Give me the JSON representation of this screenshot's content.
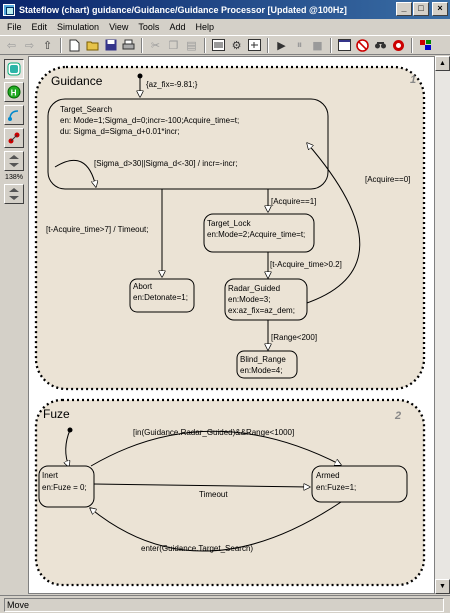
{
  "window": {
    "title": "Stateflow (chart) guidance/Guidance/Guidance Processor [Updated @100Hz]",
    "buttons": [
      "_",
      "□",
      "×"
    ]
  },
  "menu": [
    "File",
    "Edit",
    "Simulation",
    "View",
    "Tools",
    "Add",
    "Help"
  ],
  "toolbar": {
    "icons": [
      "back-arrow-icon",
      "forward-arrow-icon",
      "up-arrow-icon",
      "new-icon",
      "open-icon",
      "save-icon",
      "print-icon",
      "cut-icon",
      "copy-icon",
      "paste-icon",
      "model-explorer-icon",
      "build-icon",
      "debug-icon",
      "play-icon",
      "pause-icon",
      "stop-icon",
      "explorer-icon",
      "no-entry-icon",
      "find-icon",
      "target-icon",
      "library-icon"
    ]
  },
  "palette": {
    "zoom": "138%"
  },
  "chart": {
    "guidance": {
      "name": "Guidance",
      "number": "1",
      "default_action": "{az_fix=-9.81;}",
      "target_search": {
        "name": "Target_Search",
        "line1": "en: Mode=1;Sigma_d=0;incr=-100;Acquire_time=t;",
        "line2": "du: Sigma_d=Sigma_d+0.01*incr;"
      },
      "self_transition": "[Sigma_d>30||Sigma_d<-30]  / incr=-incr;",
      "timeout_transition": "[t-Acquire_time>7] / Timeout;",
      "acquire_true": "[Acquire==1]",
      "acquire_false": "[Acquire==0]",
      "target_lock": {
        "name": "Target_Lock",
        "line1": "en:Mode=2;Acquire_time=t;"
      },
      "lock_transition": "[t-Acquire_time>0.2]",
      "abort": {
        "name": "Abort",
        "line1": "en:Detonate=1;"
      },
      "radar_guided": {
        "name": "Radar_Guided",
        "line1": "en:Mode=3;",
        "line2": "ex:az_fix=az_dem;"
      },
      "range_transition": "[Range<200]",
      "blind_range": {
        "name": "Blind_Range",
        "line1": "en:Mode=4;"
      }
    },
    "fuze": {
      "name": "Fuze",
      "number": "2",
      "inert": {
        "name": "Inert",
        "line1": "en:Fuze = 0;"
      },
      "armed": {
        "name": "Armed",
        "line1": "en:Fuze=1;"
      },
      "arm_transition": "[in(Guidance.Radar_Guided)&&Range<1000]",
      "timeout_label": "Timeout",
      "enter_label": "enter(Guidance.Target_Search)"
    }
  },
  "status": "Move"
}
